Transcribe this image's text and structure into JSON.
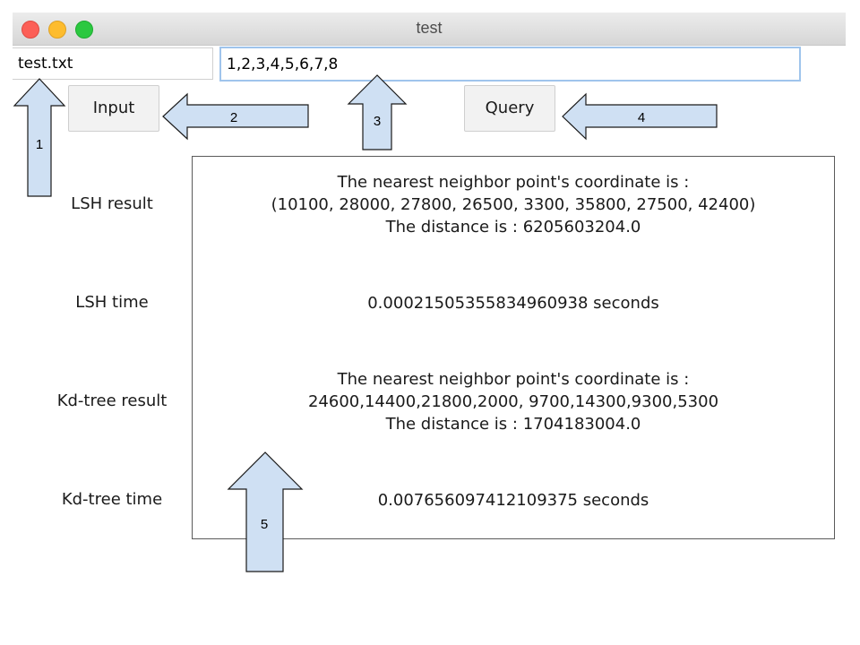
{
  "window": {
    "title": "test"
  },
  "toolbar": {
    "file_value": "test.txt",
    "query_value": "1,2,3,4,5,6,7,8",
    "input_label": "Input",
    "query_label": "Query"
  },
  "labels": {
    "lsh_result": "LSH result",
    "lsh_time": "LSH time",
    "kd_result": "Kd-tree result",
    "kd_time": "Kd-tree time"
  },
  "results": {
    "lsh": {
      "line1": "The nearest neighbor point's coordinate is :",
      "line2": "(10100, 28000, 27800, 26500, 3300, 35800, 27500, 42400)",
      "line3": "The distance is : 6205603204.0"
    },
    "lsh_time": "0.00021505355834960938 seconds",
    "kd": {
      "line1": "The nearest neighbor point's coordinate is :",
      "line2": "24600,14400,21800,2000, 9700,14300,9300,5300",
      "line3": "The distance is :  1704183004.0"
    },
    "kd_time": "0.007656097412109375 seconds"
  },
  "annotations": [
    "1",
    "2",
    "3",
    "4",
    "5"
  ],
  "colors": {
    "arrow_fill": "#cfe0f3",
    "arrow_stroke": "#1a1a1a",
    "focus_ring": "#9fc4ec"
  }
}
